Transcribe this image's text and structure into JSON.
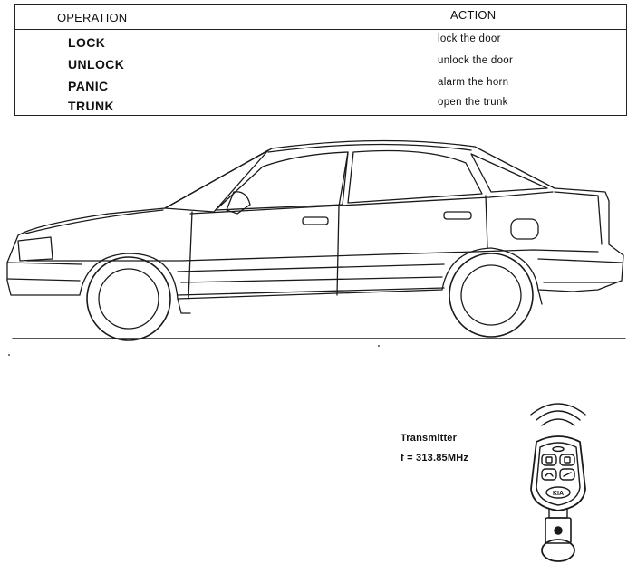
{
  "table": {
    "header": {
      "operation": "OPERATION",
      "action": "ACTION"
    },
    "rows": [
      {
        "operation": "LOCK",
        "action": "lock the door"
      },
      {
        "operation": "UNLOCK",
        "action": "unlock the door"
      },
      {
        "operation": "PANIC",
        "action": "alarm the horn"
      },
      {
        "operation": "TRUNK",
        "action": "open the trunk"
      }
    ]
  },
  "transmitter": {
    "label": "Transmitter",
    "frequency": "f = 313.85MHz",
    "logo_text": "KIA"
  }
}
